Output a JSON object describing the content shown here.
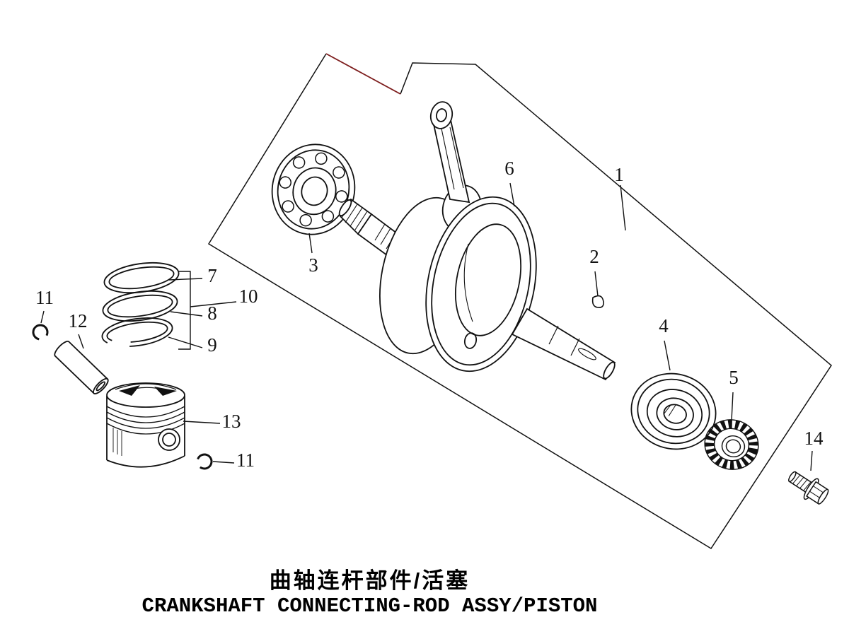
{
  "titles": {
    "chinese": "曲轴连杆部件/活塞",
    "english": "CRANKSHAFT CONNECTING-ROD ASSY/PISTON"
  },
  "callouts": {
    "n1": "1",
    "n2": "2",
    "n3": "3",
    "n4": "4",
    "n5": "5",
    "n6": "6",
    "n7": "7",
    "n8": "8",
    "n9": "9",
    "n10": "10",
    "n11a": "11",
    "n11b": "11",
    "n12": "12",
    "n13": "13",
    "n14": "14"
  },
  "colors": {
    "line": "#111111",
    "accent_edge": "#7d1d1d",
    "background": "#ffffff"
  }
}
